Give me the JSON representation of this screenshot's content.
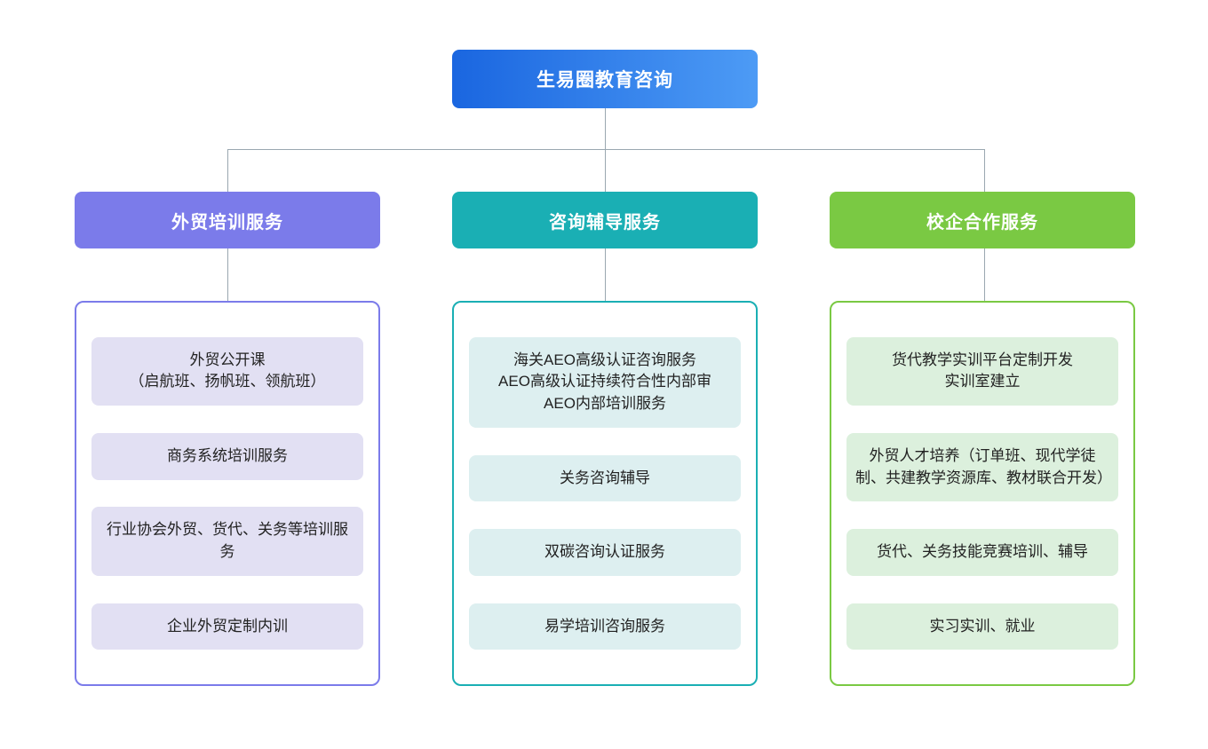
{
  "chart_data": {
    "type": "diagram",
    "title": "生易圈教育咨询",
    "layout": "org-chart",
    "levels": 3
  },
  "root": {
    "label": "生易圈教育咨询",
    "gradient_from": "#1a66e0",
    "gradient_to": "#4d9bf5"
  },
  "connector_color": "#9aa7b0",
  "branches": [
    {
      "header": "外贸培训服务",
      "header_color": "#7b7bea",
      "border_color": "#7b7bea",
      "card_color": "#e2e0f3",
      "items": [
        "外贸公开课\n（启航班、扬帆班、领航班）",
        "商务系统培训服务",
        "行业协会外贸、货代、关务等培训服务",
        "企业外贸定制内训"
      ]
    },
    {
      "header": "咨询辅导服务",
      "header_color": "#1aafb4",
      "border_color": "#1aafb4",
      "card_color": "#ddeff0",
      "items": [
        "海关AEO高级认证咨询服务\nAEO高级认证持续符合性内部审\nAEO内部培训服务",
        "关务咨询辅导",
        "双碳咨询认证服务",
        "易学培训咨询服务"
      ]
    },
    {
      "header": "校企合作服务",
      "header_color": "#7ac943",
      "border_color": "#7ac943",
      "card_color": "#dcf0dd",
      "items": [
        "货代教学实训平台定制开发\n实训室建立",
        "外贸人才培养（订单班、现代学徒制、共建教学资源库、教材联合开发）",
        "货代、关务技能竞赛培训、辅导",
        "实习实训、就业"
      ]
    }
  ]
}
